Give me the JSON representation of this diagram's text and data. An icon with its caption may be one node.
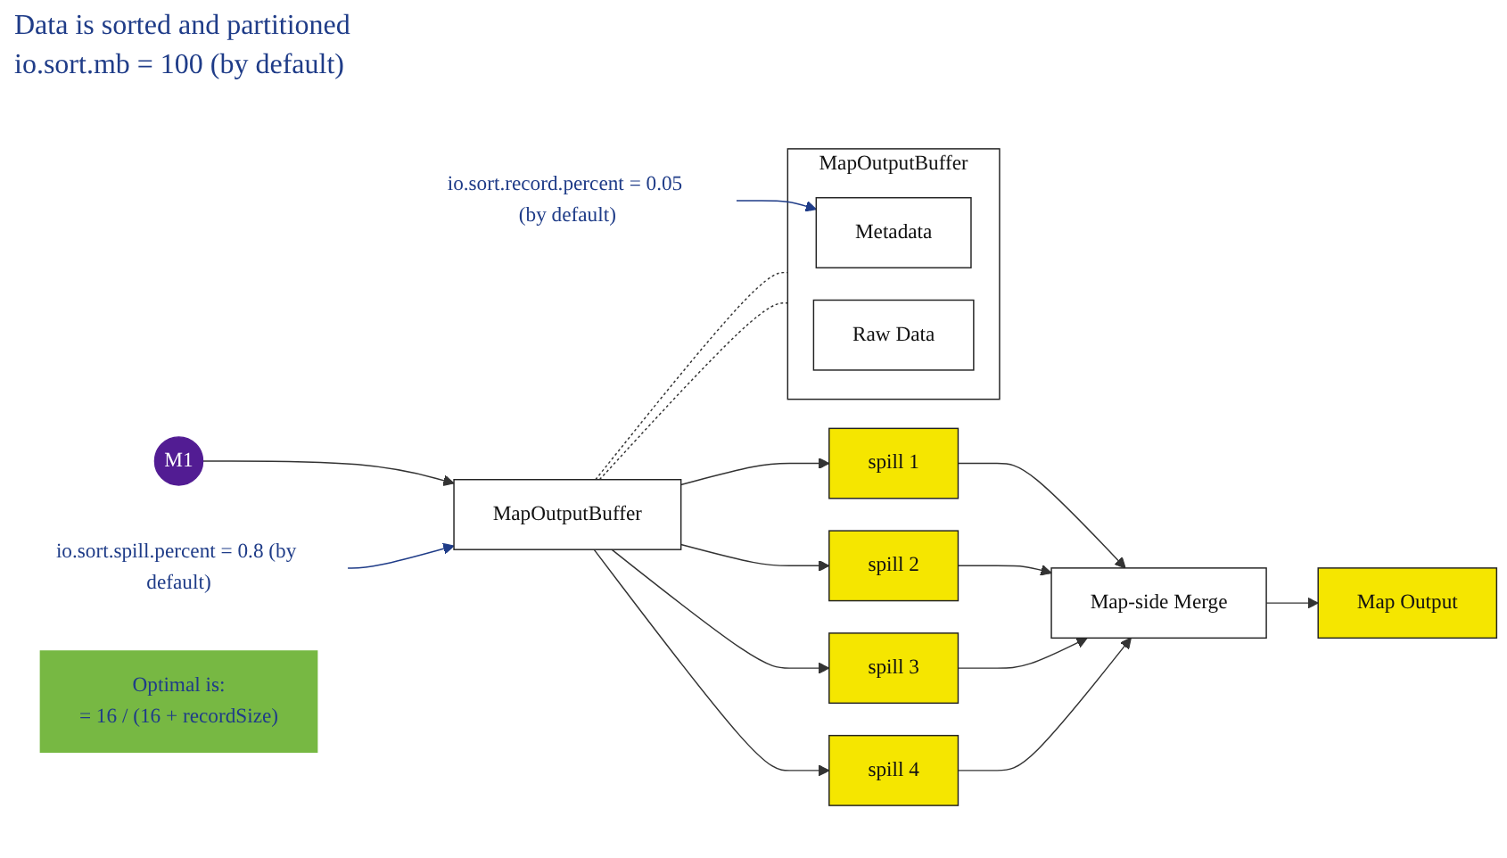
{
  "diagram": {
    "nodes": [
      {
        "text": [
          "M1"
        ]
      },
      {
        "text": [
          "MapOutputBuffer"
        ]
      },
      {
        "text": [
          "spill 1"
        ]
      },
      {
        "text": [
          "spill 2"
        ]
      },
      {
        "text": [
          "spill 3"
        ]
      },
      {
        "text": [
          "spill 4"
        ]
      },
      {
        "text": [
          "Map-side Merge"
        ]
      },
      {
        "text": [
          "Map Output"
        ]
      },
      {
        "text": [
          "MapOutputBuffer"
        ]
      },
      {
        "text": [
          "Metadata"
        ],
        "in": 8
      },
      {
        "text": [
          "Raw Data"
        ],
        "in": 8
      },
      {
        "text": [
          "io.sort.spill.percent = 0.8 (by default)"
        ]
      },
      {
        "text": [
          "io.sort.record.percent = 0.05 (by default)"
        ]
      },
      {
        "text": [
          "Optimal is:",
          "= 16 / (16 + recordSize)"
        ]
      }
    ],
    "edges": [
      {
        "from": 0,
        "to": 1,
        "arrow": "to"
      },
      {
        "from": 1,
        "to": 2,
        "arrow": "to"
      },
      {
        "from": 1,
        "to": 3,
        "arrow": "to"
      },
      {
        "from": 1,
        "to": 4,
        "arrow": "to"
      },
      {
        "from": 1,
        "to": 5,
        "arrow": "to"
      },
      {
        "from": 2,
        "to": 6,
        "arrow": "to"
      },
      {
        "from": 3,
        "to": 6,
        "arrow": "to"
      },
      {
        "from": 4,
        "to": 6,
        "arrow": "to"
      },
      {
        "from": 5,
        "to": 6,
        "arrow": "to"
      },
      {
        "from": 6,
        "to": 7,
        "arrow": "to"
      },
      {
        "from": 1,
        "to": 8,
        "arrow": "none",
        "style": "dashed"
      },
      {
        "from": 1,
        "to": 8,
        "arrow": "none",
        "style": "dashed"
      },
      {
        "from": 11,
        "to": 1,
        "arrow": "to",
        "color": "#1f3c88"
      },
      {
        "from": 12,
        "to": 9,
        "arrow": "to",
        "color": "#1f3c88"
      }
    ],
    "labels": [
      "Data is sorted and partitioned",
      "io.sort.mb = 100 (by default)"
    ]
  }
}
